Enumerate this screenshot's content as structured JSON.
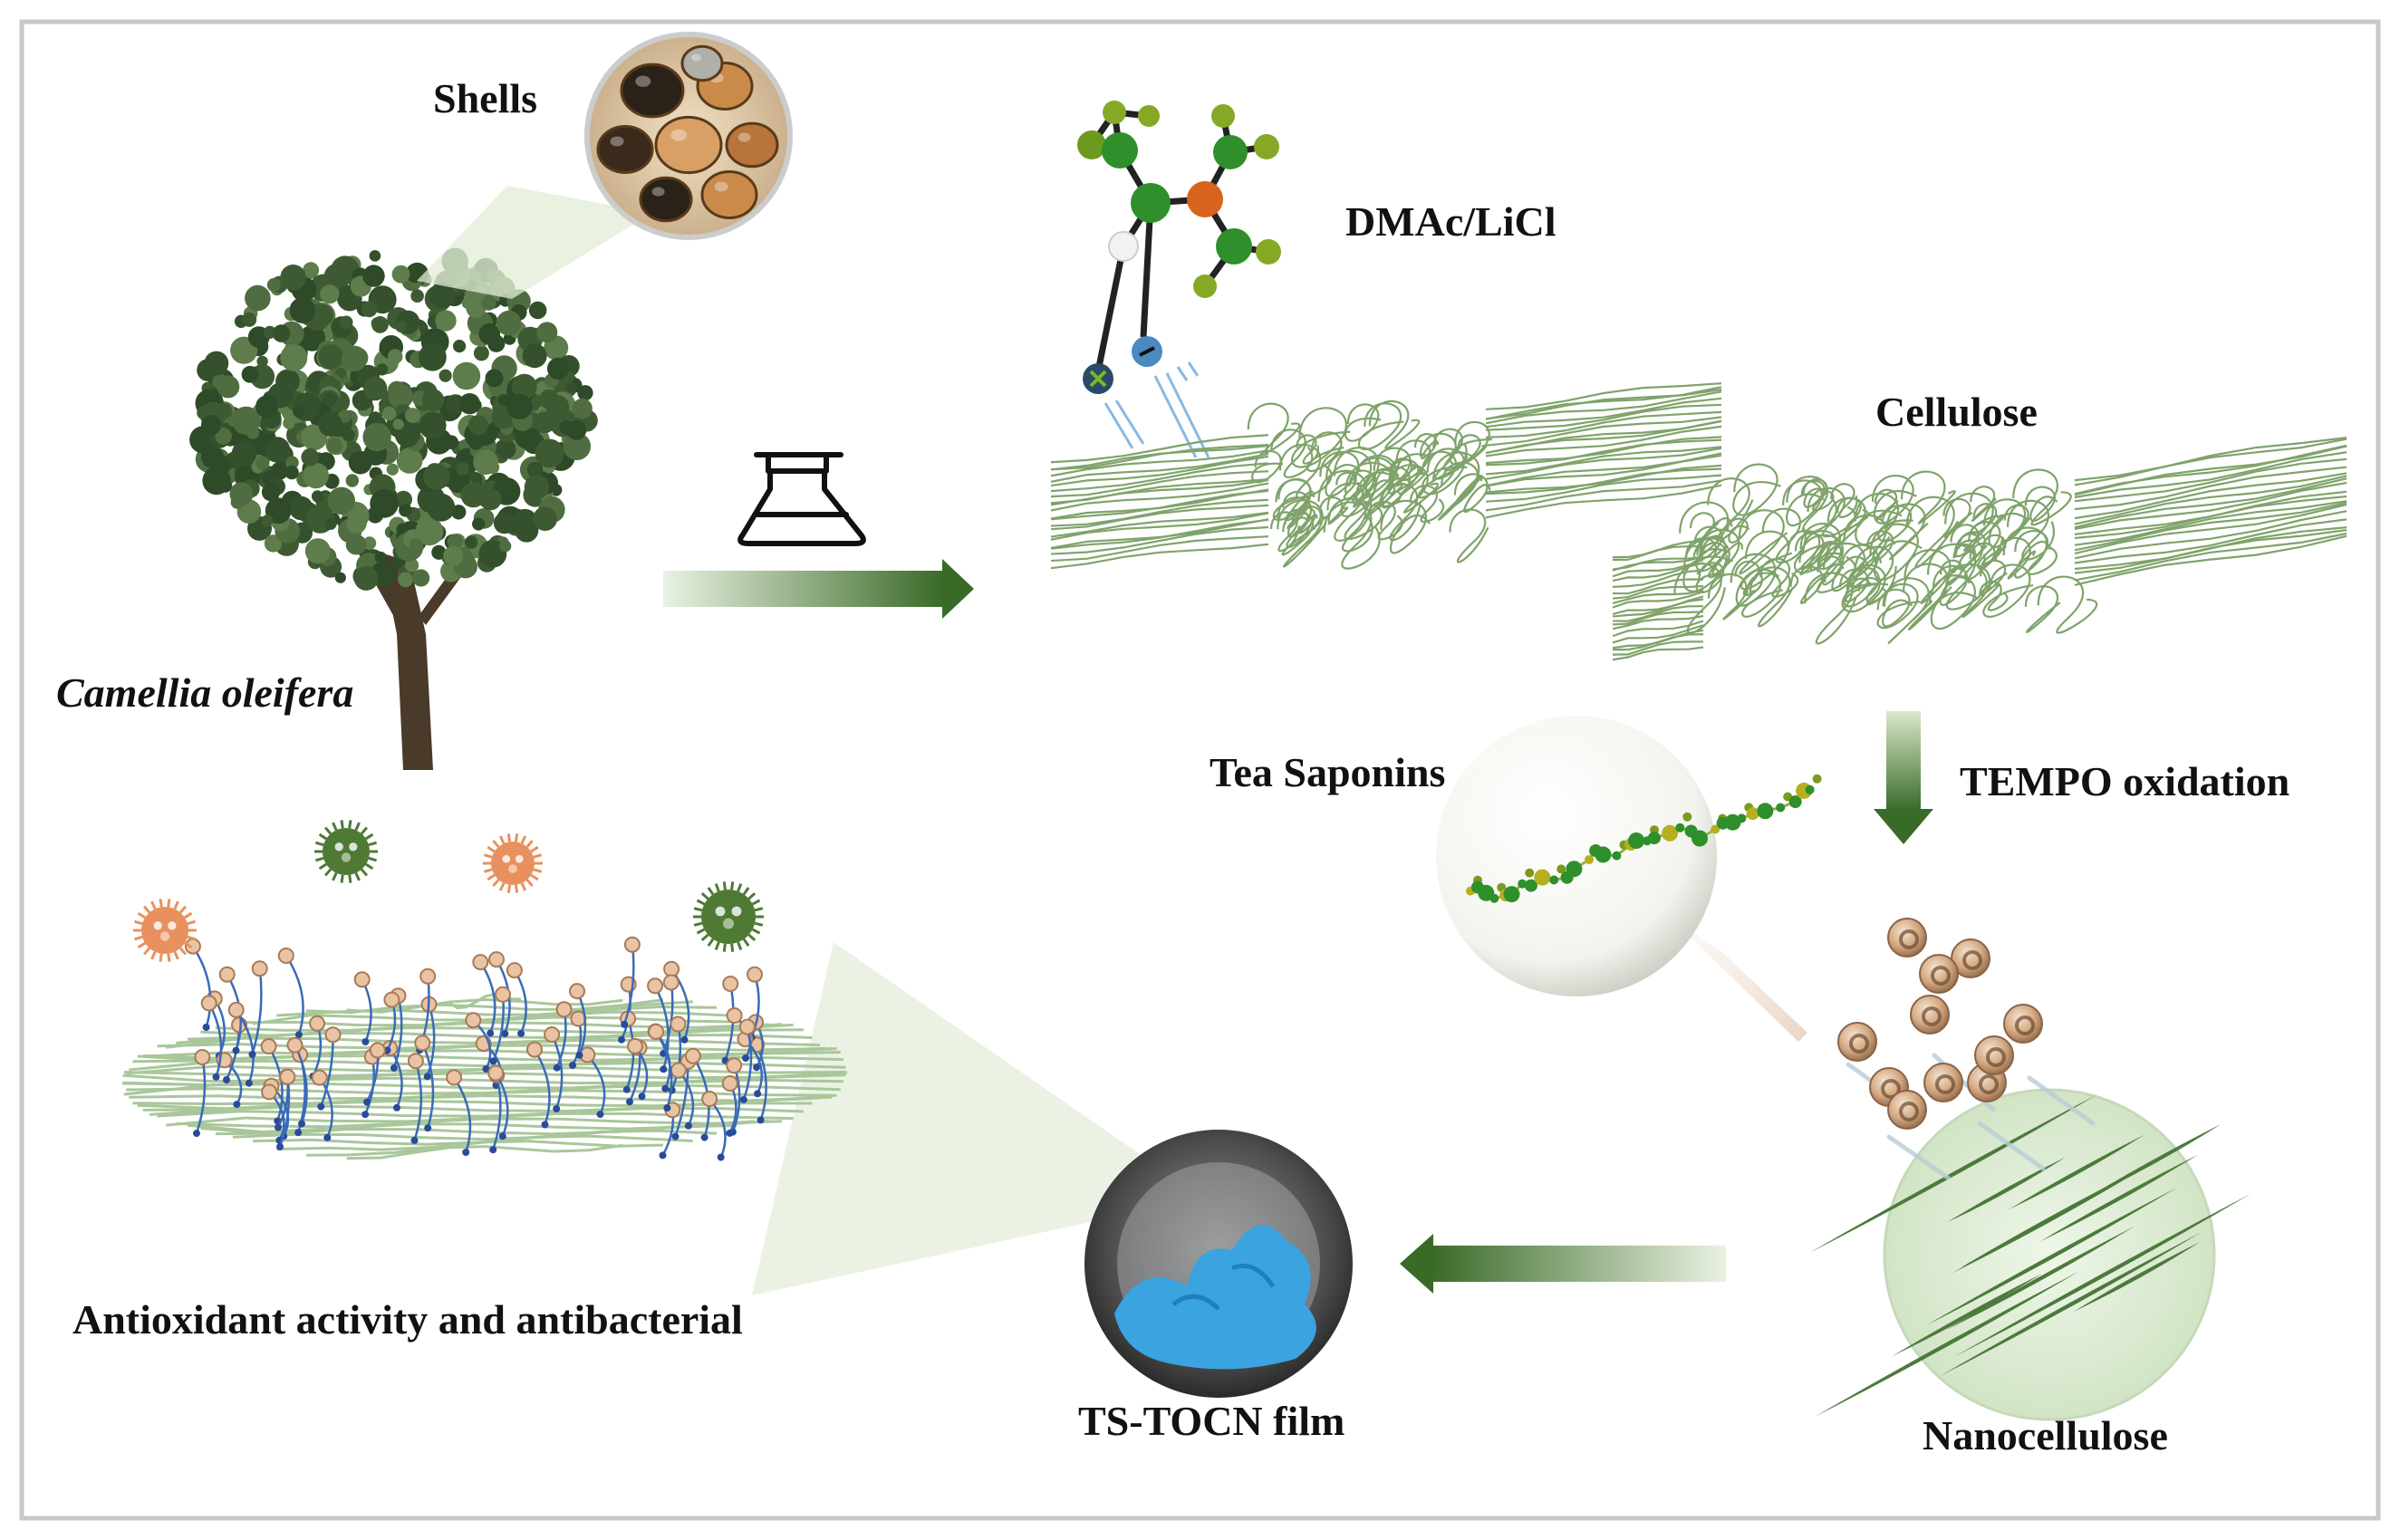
{
  "labels": {
    "shells": "Shells",
    "species": "Camellia oleifera",
    "solvent": "DMAc/LiCl",
    "cellulose": "Cellulose",
    "tempo": "TEMPO oxidation",
    "tea_saponins": "Tea Saponins",
    "nanocellulose": "Nanocellulose",
    "film": "TS-TOCN film",
    "activity": "Antioxidant activity and antibacterial"
  },
  "colors": {
    "frame": "#c8c8c8",
    "arrow_dark": "#3d6b2a",
    "arrow_light": "#e8f0de",
    "fiber": "#7fa36a",
    "fiber_light": "#a9c79a",
    "foliage": "#3e5a33",
    "trunk": "#4a3a2a",
    "particle": "#d8b494",
    "particle_ring": "#8a6448",
    "nanocell_fill": "#e3efd9",
    "nanocell_streak": "#4c7a3c",
    "microbe_orange": "#e8915e",
    "microbe_green": "#4e7a34",
    "atom_green": "#2f8f2a",
    "atom_olive": "#7a9a20",
    "atom_orange": "#d9621c",
    "glove_blue": "#3aa3e0",
    "film_dark": "#3a3a3a"
  },
  "icons": [
    "flask-icon",
    "tree-image",
    "shells-inset",
    "molecule-icon",
    "microbe-icon",
    "glove-film-image"
  ]
}
